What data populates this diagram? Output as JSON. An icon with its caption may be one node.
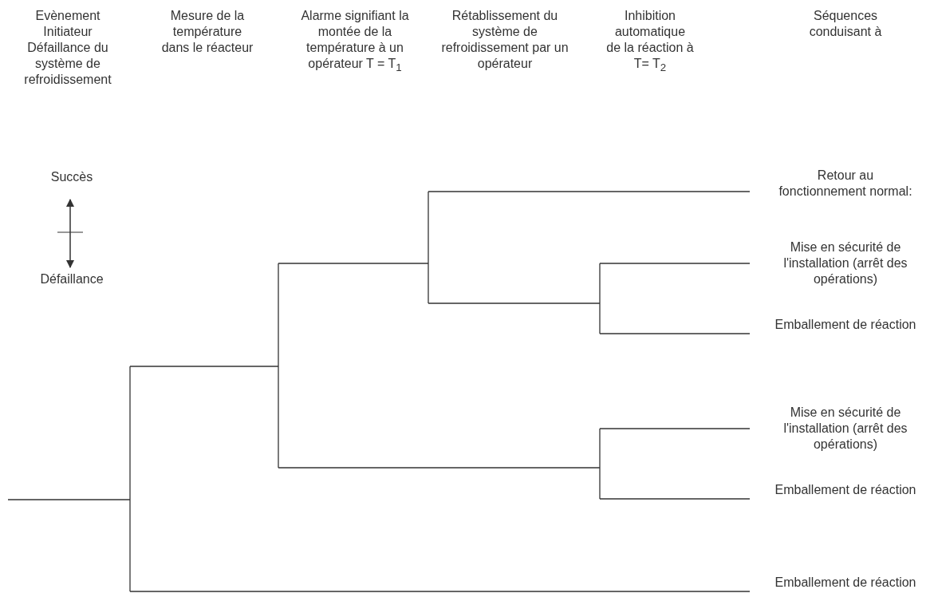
{
  "diagram": {
    "labels": [
      "Evènement Initiateur",
      "Défaillance du système de refroidissement",
      "Mesure de la température dans le réacteur",
      "Alarme signifiant la montée de la température à un opérateur T = T$_{1}$",
      "Rétablissement du système de refroidissement par un opérateur",
      "Inhibition automatique de la réaction à T= T$_{2}$",
      "Séquences conduisant à",
      "Succès",
      "Défaillance",
      "Retour au fonctionnement normal:",
      "Mise en sécurité de l'installation (arrêt des opérations)",
      "Emballement de réaction",
      "Mise en sécurité de l'installation (arrêt des opérations)",
      "Emballement de réaction",
      "Emballement de réaction"
    ]
  }
}
